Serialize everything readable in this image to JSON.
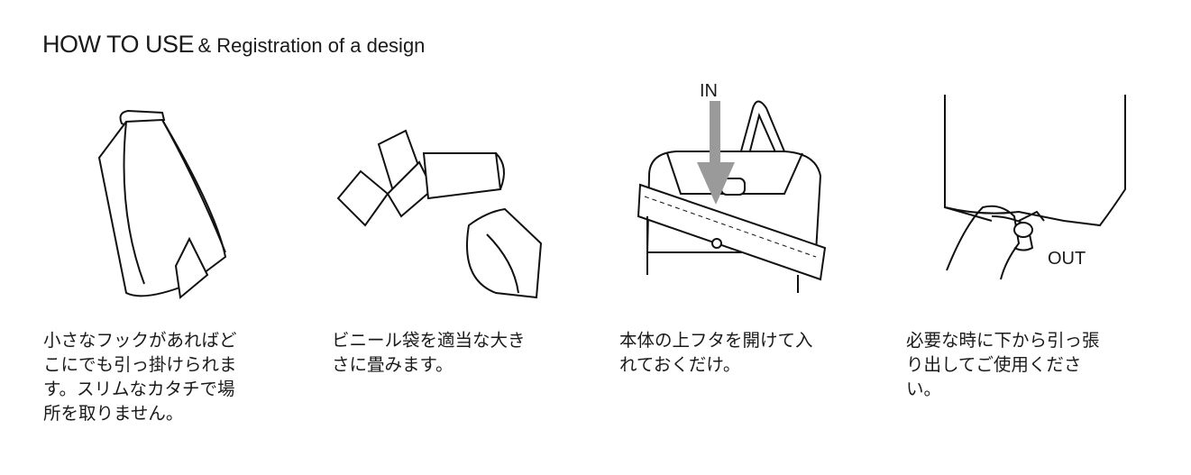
{
  "title": {
    "main": "HOW TO USE",
    "sub": "& Registration of a design"
  },
  "steps": [
    {
      "lines": [
        "小さなフックがあればど",
        "こにでも引っ掛けられま",
        "す。スリムなカタチで場",
        "所を取りません。"
      ]
    },
    {
      "lines": [
        "ビニール袋を適当な大き",
        "さに畳みます。"
      ]
    },
    {
      "lines": [
        "本体の上フタを開けて入",
        "れておくだけ。"
      ],
      "arrow_label": "IN",
      "arrow_color": "#9a9a9a"
    },
    {
      "lines": [
        "必要な時に下から引っ張",
        "り出してご使用くださ",
        "い。"
      ],
      "label": "OUT"
    }
  ]
}
